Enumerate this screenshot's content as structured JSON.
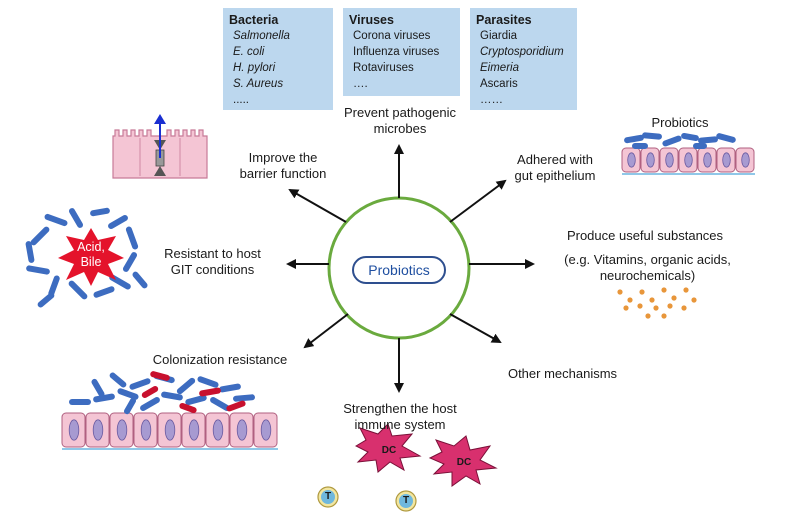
{
  "center": {
    "label": "Probiotics"
  },
  "boxes": [
    {
      "title": "Bacteria",
      "items": [
        {
          "text": "Salmonella",
          "italic": true
        },
        {
          "text": "E. coli",
          "italic": true
        },
        {
          "text": "H. pylori",
          "italic": true
        },
        {
          "text": "S. Aureus",
          "italic": true
        },
        {
          "text": ".....",
          "italic": false
        }
      ]
    },
    {
      "title": "Viruses",
      "items": [
        {
          "text": "Corona viruses",
          "italic": false
        },
        {
          "text": "Influenza viruses",
          "italic": false
        },
        {
          "text": "Rotaviruses",
          "italic": false
        },
        {
          "text": "….",
          "italic": false
        }
      ]
    },
    {
      "title": "Parasites",
      "items": [
        {
          "text": "Giardia",
          "italic": false
        },
        {
          "text": "Cryptosporidium",
          "italic": true
        },
        {
          "text": "Eimeria",
          "italic": true
        },
        {
          "text": "Ascaris",
          "italic": false
        },
        {
          "text": "……",
          "italic": false
        }
      ]
    }
  ],
  "mechanisms": {
    "prevent": [
      "Prevent pathogenic",
      "microbes"
    ],
    "barrier": [
      "Improve the",
      "barrier function"
    ],
    "adhered": [
      "Adhered with",
      "gut epithelium"
    ],
    "resistant": [
      "Resistant to host",
      "GIT conditions"
    ],
    "produce": "Produce useful substances",
    "produce_examples": [
      "(e.g. Vitamins, organic acids,",
      "neurochemicals)"
    ],
    "colonization": "Colonization resistance",
    "other": "Other mechanisms",
    "immune": [
      "Strengthen the host",
      "immune system"
    ]
  },
  "illustrations": {
    "probiotics_label": "Probiotics",
    "acid_bile": [
      "Acid,",
      "Bile"
    ],
    "dc_label": "DC",
    "t_label": "T"
  },
  "colors": {
    "circle": "#6aaa3e",
    "box": "#bcd7ee",
    "bacteria": "#3d6cc0",
    "cell": "#f4c5d4",
    "nucleus": "#a79ad1",
    "burst": "#e4132b",
    "dc": "#d8306e",
    "dots": "#e8963a"
  }
}
